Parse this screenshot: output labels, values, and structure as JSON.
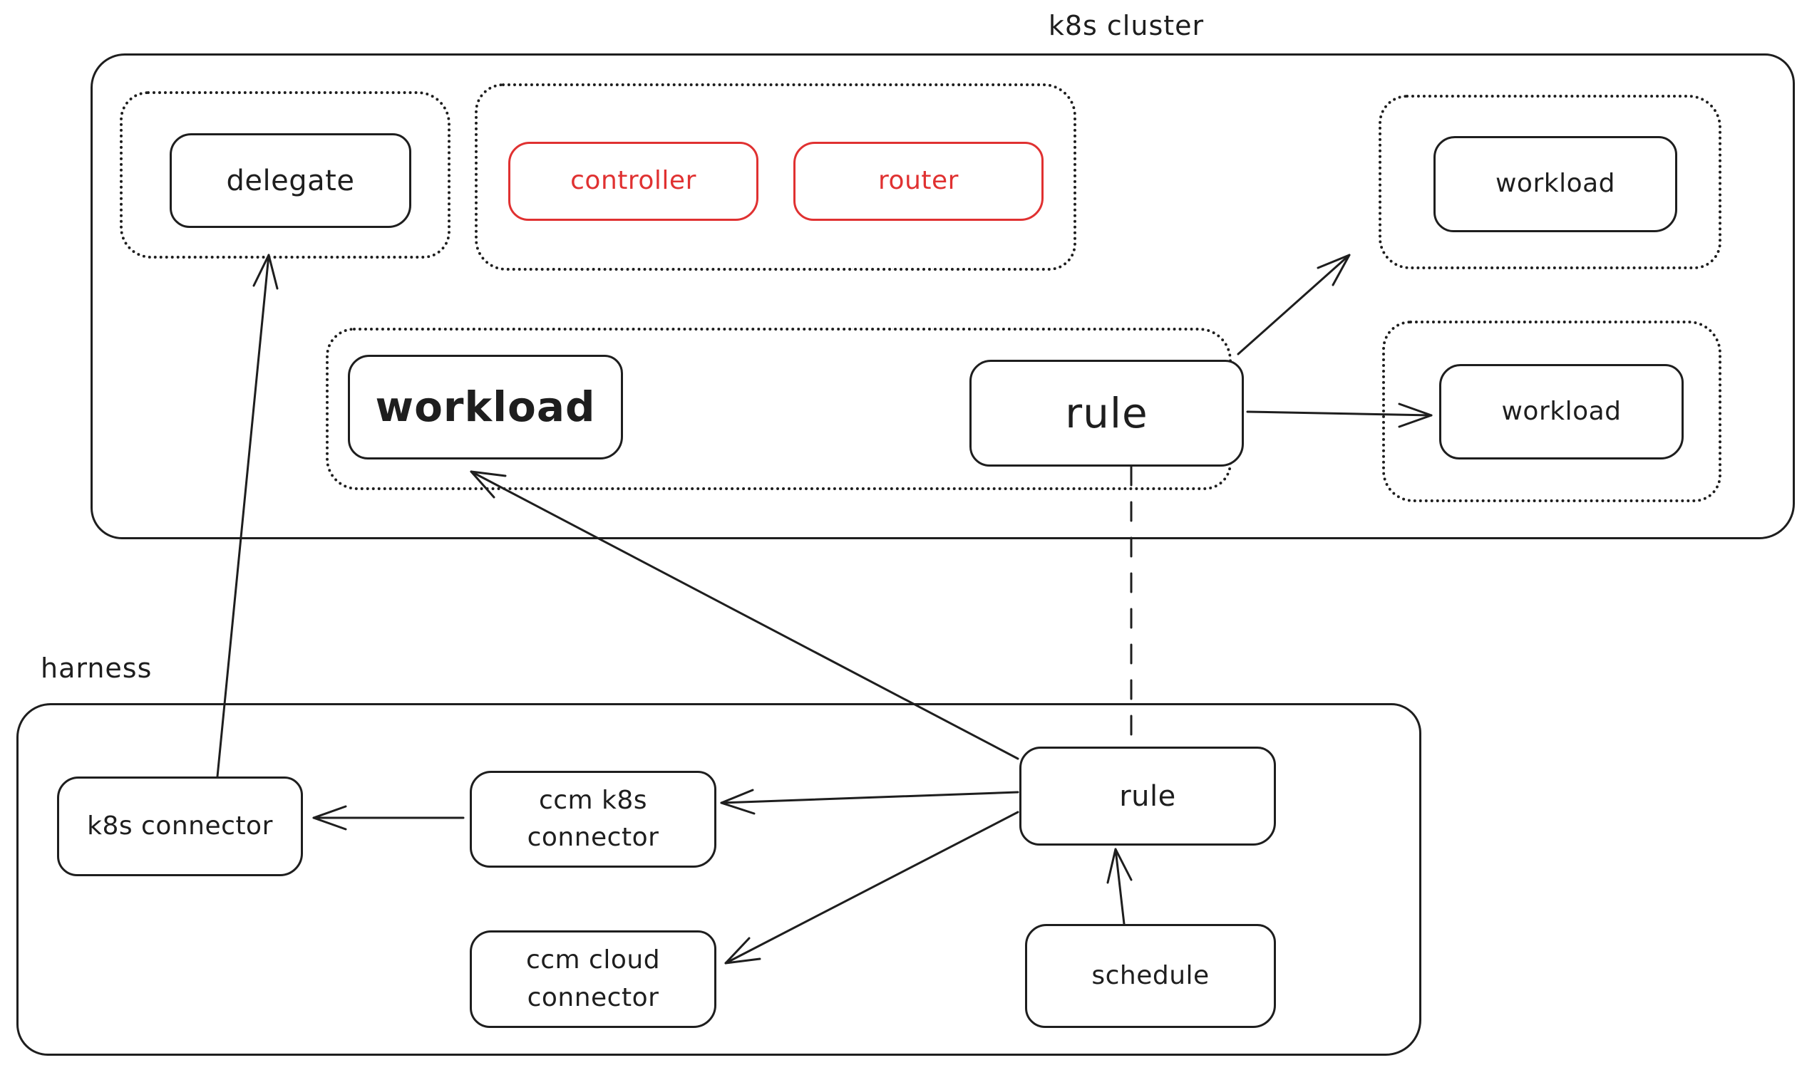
{
  "diagram": {
    "colors": {
      "stroke": "#1e1e1e",
      "accent_red": "#e03131",
      "background": "#ffffff"
    },
    "clusters": {
      "k8s": {
        "title": "k8s cluster"
      },
      "harness": {
        "title": "harness"
      }
    },
    "nodes": {
      "delegate": {
        "label": "delegate"
      },
      "controller": {
        "label": "controller"
      },
      "router": {
        "label": "router"
      },
      "workload_top_right": {
        "label": "workload"
      },
      "workload_main": {
        "label": "workload"
      },
      "rule_main": {
        "label": "rule"
      },
      "workload_right": {
        "label": "workload"
      },
      "k8s_connector": {
        "label": "k8s connector"
      },
      "ccm_k8s_connector": {
        "label": "ccm k8s\nconnector"
      },
      "ccm_cloud_connector": {
        "label": "ccm cloud\nconnector"
      },
      "rule_harness": {
        "label": "rule"
      },
      "schedule": {
        "label": "schedule"
      }
    },
    "edges": [
      {
        "from": "k8s_connector",
        "to": "delegate",
        "style": "solid-arrow"
      },
      {
        "from": "rule_harness",
        "to": "workload_main",
        "style": "solid-arrow"
      },
      {
        "from": "rule_harness",
        "to": "ccm_k8s_connector",
        "style": "solid-arrow"
      },
      {
        "from": "ccm_k8s_connector",
        "to": "k8s_connector",
        "style": "solid-arrow"
      },
      {
        "from": "rule_harness",
        "to": "ccm_cloud_connector",
        "style": "solid-arrow"
      },
      {
        "from": "schedule",
        "to": "rule_harness",
        "style": "solid-arrow"
      },
      {
        "from": "rule_main",
        "to": "workload_top_right",
        "style": "solid-arrow"
      },
      {
        "from": "rule_main",
        "to": "workload_right",
        "style": "solid-arrow"
      },
      {
        "from": "rule_main",
        "to": "rule_harness",
        "style": "dashed-line"
      }
    ]
  }
}
